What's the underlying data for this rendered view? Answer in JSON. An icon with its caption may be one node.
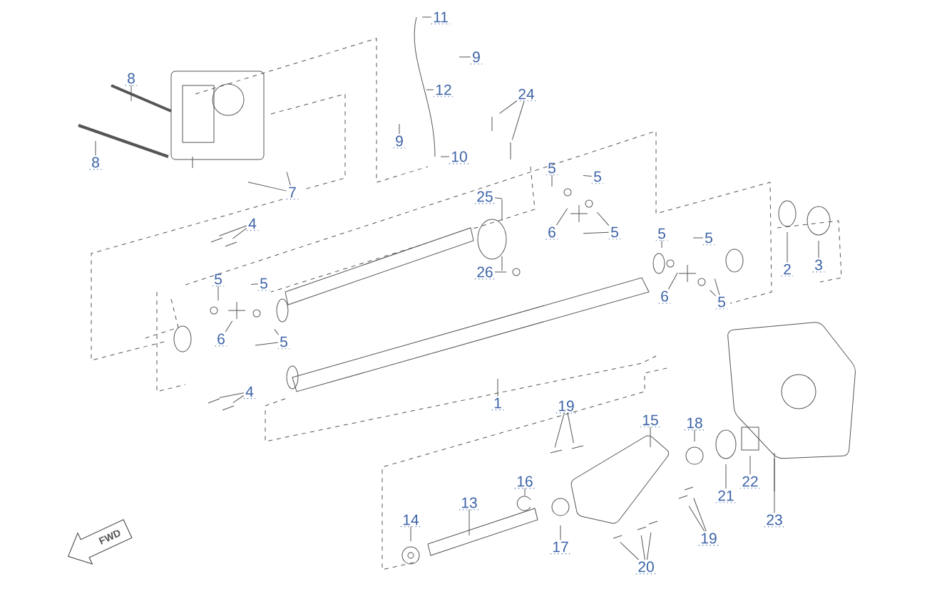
{
  "diagram": {
    "nodes": [
      {
        "text": [
          "11"
        ]
      },
      {
        "text": [
          "9"
        ]
      },
      {
        "text": [
          "8"
        ]
      },
      {
        "text": [
          "12"
        ]
      },
      {
        "text": [
          "24"
        ]
      },
      {
        "text": [
          "9"
        ]
      },
      {
        "text": [
          "10"
        ]
      },
      {
        "text": [
          "8"
        ]
      },
      {
        "text": [
          "5"
        ]
      },
      {
        "text": [
          "5"
        ]
      },
      {
        "text": [
          "7"
        ]
      },
      {
        "text": [
          "25"
        ]
      },
      {
        "text": [
          "4"
        ]
      },
      {
        "text": [
          "6"
        ]
      },
      {
        "text": [
          "5"
        ]
      },
      {
        "text": [
          "5"
        ]
      },
      {
        "text": [
          "5"
        ]
      },
      {
        "text": [
          "3"
        ]
      },
      {
        "text": [
          "2"
        ]
      },
      {
        "text": [
          "26"
        ]
      },
      {
        "text": [
          "5"
        ]
      },
      {
        "text": [
          "5"
        ]
      },
      {
        "text": [
          "6"
        ]
      },
      {
        "text": [
          "5"
        ]
      },
      {
        "text": [
          "6"
        ]
      },
      {
        "text": [
          "5"
        ]
      },
      {
        "text": [
          "4"
        ]
      },
      {
        "text": [
          "1"
        ]
      },
      {
        "text": [
          "19"
        ]
      },
      {
        "text": [
          "15"
        ]
      },
      {
        "text": [
          "18"
        ]
      },
      {
        "text": [
          "16"
        ]
      },
      {
        "text": [
          "22"
        ]
      },
      {
        "text": [
          "21"
        ]
      },
      {
        "text": [
          "13"
        ]
      },
      {
        "text": [
          "14"
        ]
      },
      {
        "text": [
          "23"
        ]
      },
      {
        "text": [
          "19"
        ]
      },
      {
        "text": [
          "17"
        ]
      },
      {
        "text": [
          "20"
        ]
      }
    ],
    "edges": [
      {
        "from": 0,
        "to": null,
        "arrow": "none"
      },
      {
        "from": 1,
        "to": null,
        "arrow": "none"
      },
      {
        "from": 2,
        "to": null,
        "arrow": "none"
      },
      {
        "from": 3,
        "to": null,
        "arrow": "none"
      },
      {
        "from": 4,
        "to": null,
        "arrow": "none"
      },
      {
        "from": 4,
        "to": null,
        "arrow": "none"
      },
      {
        "from": 5,
        "to": null,
        "arrow": "none"
      },
      {
        "from": 6,
        "to": null,
        "arrow": "none"
      },
      {
        "from": 7,
        "to": null,
        "arrow": "none"
      },
      {
        "from": 8,
        "to": null,
        "arrow": "none"
      },
      {
        "from": 9,
        "to": null,
        "arrow": "none"
      },
      {
        "from": 10,
        "to": null,
        "arrow": "none"
      },
      {
        "from": 10,
        "to": null,
        "arrow": "none"
      },
      {
        "from": 11,
        "to": null,
        "arrow": "none"
      },
      {
        "from": 12,
        "to": null,
        "arrow": "none"
      },
      {
        "from": 12,
        "to": null,
        "arrow": "none"
      },
      {
        "from": 13,
        "to": null,
        "arrow": "none"
      },
      {
        "from": 14,
        "to": null,
        "arrow": "none"
      },
      {
        "from": 14,
        "to": null,
        "arrow": "none"
      },
      {
        "from": 15,
        "to": null,
        "arrow": "none"
      },
      {
        "from": 16,
        "to": null,
        "arrow": "none"
      },
      {
        "from": 17,
        "to": null,
        "arrow": "none"
      },
      {
        "from": 18,
        "to": null,
        "arrow": "none"
      },
      {
        "from": 19,
        "to": null,
        "arrow": "none"
      },
      {
        "from": 20,
        "to": null,
        "arrow": "none"
      },
      {
        "from": 21,
        "to": null,
        "arrow": "none"
      },
      {
        "from": 22,
        "to": null,
        "arrow": "none"
      },
      {
        "from": 23,
        "to": null,
        "arrow": "none"
      },
      {
        "from": 23,
        "to": null,
        "arrow": "none"
      },
      {
        "from": 24,
        "to": null,
        "arrow": "none"
      },
      {
        "from": 25,
        "to": null,
        "arrow": "none"
      },
      {
        "from": 25,
        "to": null,
        "arrow": "none"
      },
      {
        "from": 26,
        "to": null,
        "arrow": "none"
      },
      {
        "from": 26,
        "to": null,
        "arrow": "none"
      },
      {
        "from": 27,
        "to": null,
        "arrow": "none"
      },
      {
        "from": 28,
        "to": null,
        "arrow": "none"
      },
      {
        "from": 28,
        "to": null,
        "arrow": "none"
      },
      {
        "from": 29,
        "to": null,
        "arrow": "none"
      },
      {
        "from": 30,
        "to": null,
        "arrow": "none"
      },
      {
        "from": 31,
        "to": null,
        "arrow": "none"
      },
      {
        "from": 32,
        "to": null,
        "arrow": "none"
      },
      {
        "from": 33,
        "to": null,
        "arrow": "none"
      },
      {
        "from": 34,
        "to": null,
        "arrow": "none"
      },
      {
        "from": 35,
        "to": null,
        "arrow": "none"
      },
      {
        "from": 36,
        "to": null,
        "arrow": "none"
      },
      {
        "from": 37,
        "to": null,
        "arrow": "none"
      },
      {
        "from": 37,
        "to": null,
        "arrow": "none"
      },
      {
        "from": 38,
        "to": null,
        "arrow": "none"
      },
      {
        "from": 39,
        "to": null,
        "arrow": "none"
      },
      {
        "from": 39,
        "to": null,
        "arrow": "none"
      },
      {
        "from": 39,
        "to": null,
        "arrow": "none"
      }
    ],
    "labels": [
      "FWD"
    ]
  }
}
